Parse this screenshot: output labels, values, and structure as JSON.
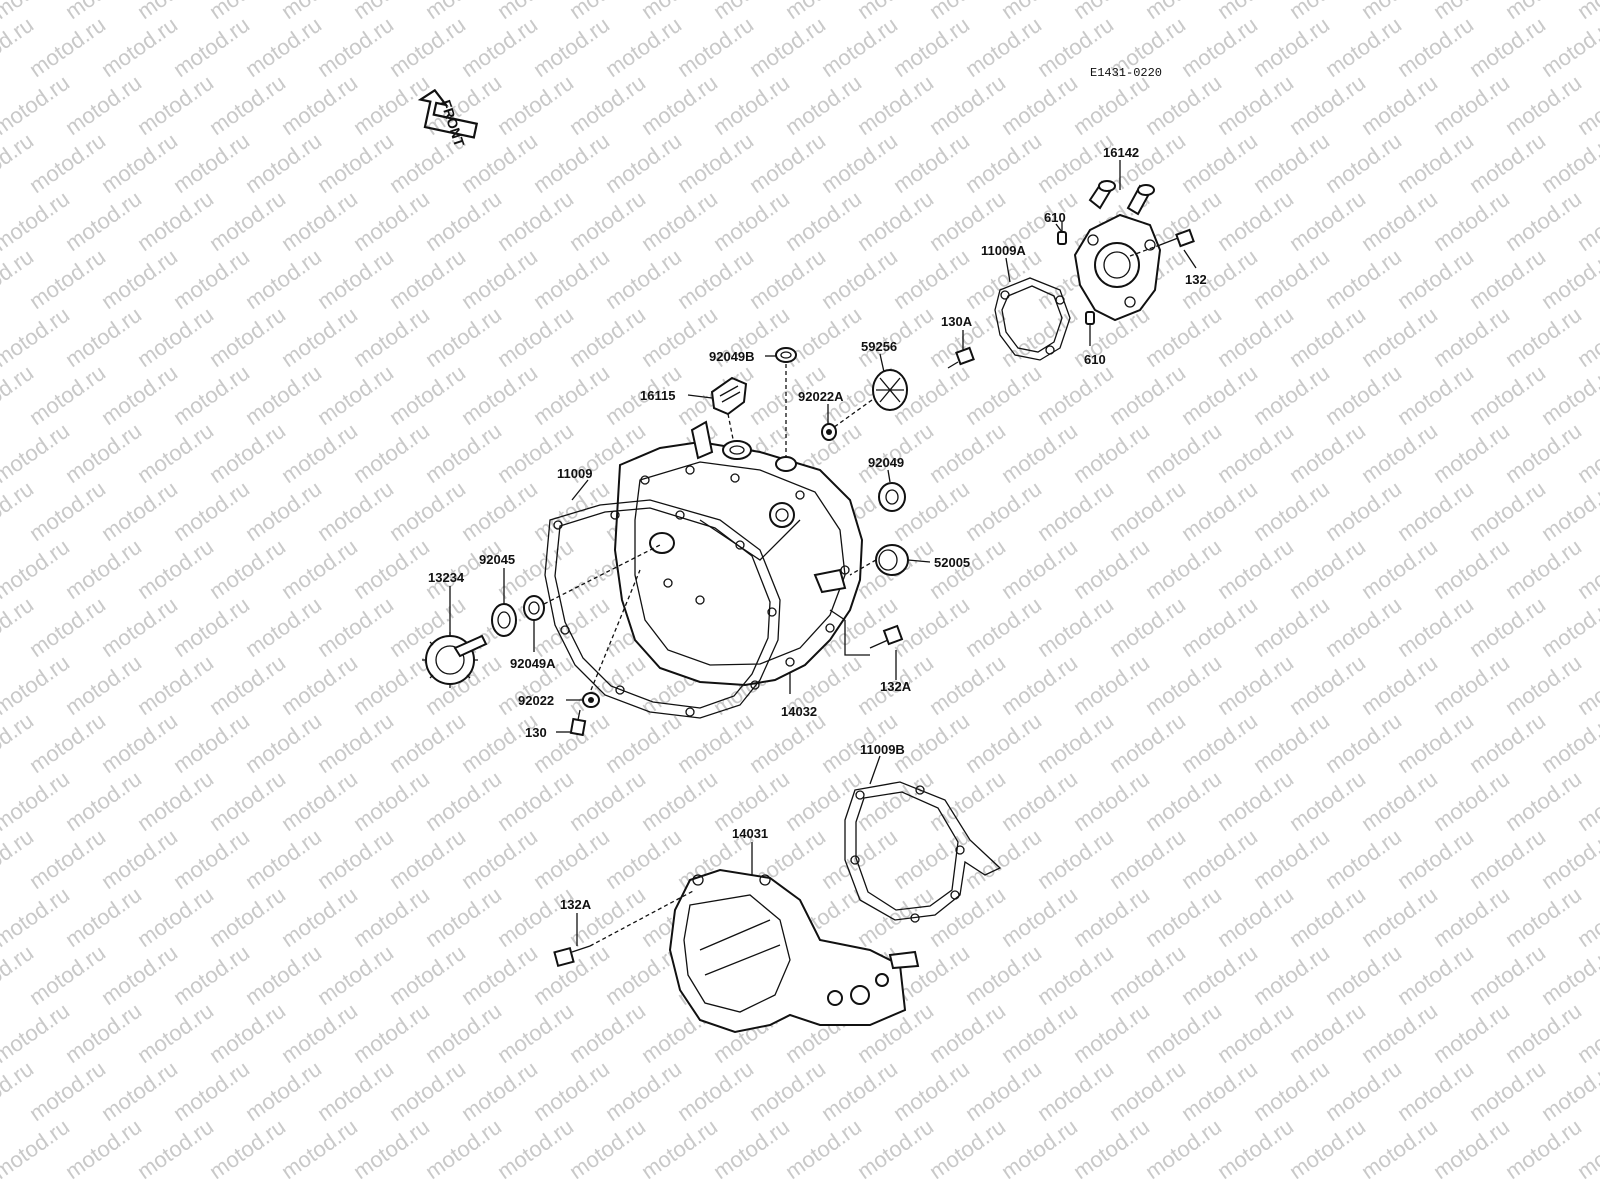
{
  "diagram": {
    "code": "E1431-0220",
    "front_label": "FRONT",
    "watermark": "motod.ru",
    "parts": [
      {
        "id": "p16142",
        "label": "16142"
      },
      {
        "id": "p610a",
        "label": "610"
      },
      {
        "id": "p11009A",
        "label": "11009A"
      },
      {
        "id": "p132",
        "label": "132"
      },
      {
        "id": "p130A",
        "label": "130A"
      },
      {
        "id": "p610b",
        "label": "610"
      },
      {
        "id": "p92049B",
        "label": "92049B"
      },
      {
        "id": "p59256",
        "label": "59256"
      },
      {
        "id": "p16115",
        "label": "16115"
      },
      {
        "id": "p92022A",
        "label": "92022A"
      },
      {
        "id": "p11009",
        "label": "11009"
      },
      {
        "id": "p92049",
        "label": "92049"
      },
      {
        "id": "p92045",
        "label": "92045"
      },
      {
        "id": "p13234",
        "label": "13234"
      },
      {
        "id": "p52005",
        "label": "52005"
      },
      {
        "id": "p92049A",
        "label": "92049A"
      },
      {
        "id": "p132A_top",
        "label": "132A"
      },
      {
        "id": "p92022",
        "label": "92022"
      },
      {
        "id": "p14032",
        "label": "14032"
      },
      {
        "id": "p130",
        "label": "130"
      },
      {
        "id": "p11009B",
        "label": "11009B"
      },
      {
        "id": "p14031",
        "label": "14031"
      },
      {
        "id": "p132A_bot",
        "label": "132A"
      }
    ]
  }
}
